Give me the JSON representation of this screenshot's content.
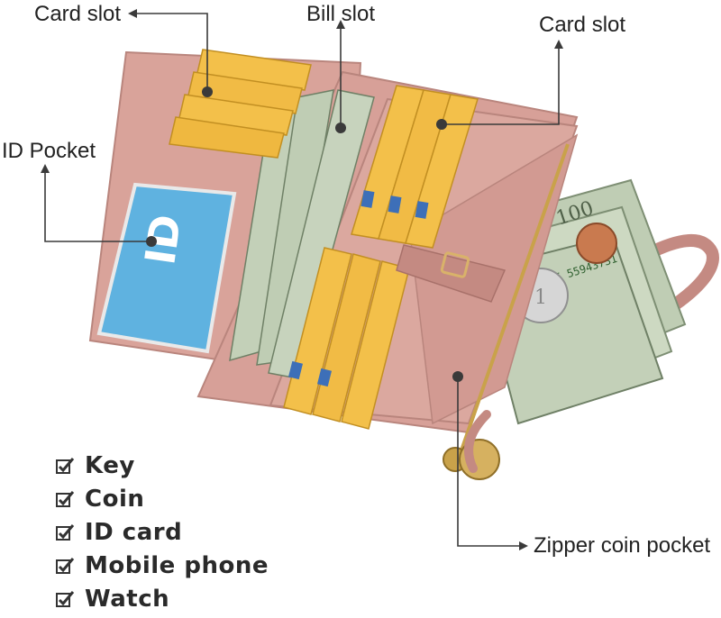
{
  "callouts": {
    "card_slot_left": "Card slot",
    "bill_slot": "Bill slot",
    "card_slot_right": "Card slot",
    "id_pocket": "ID Pocket",
    "zipper_coin_pocket": "Zipper coin pocket"
  },
  "features": [
    {
      "label": "Key"
    },
    {
      "label": "Coin"
    },
    {
      "label": "ID card"
    },
    {
      "label": "Mobile phone"
    },
    {
      "label": "Watch"
    }
  ],
  "id_card_text": "ID",
  "colors": {
    "wallet_pink": "#d9a39a",
    "wallet_dark": "#c48a82",
    "card_gold": "#f3c04a",
    "money_green": "#bfcdb4",
    "id_blue": "#5fb2e0",
    "zipper_gold": "#c9a24a",
    "text": "#222222"
  },
  "icons": [
    "check-icon",
    "callout-dot-icon"
  ]
}
